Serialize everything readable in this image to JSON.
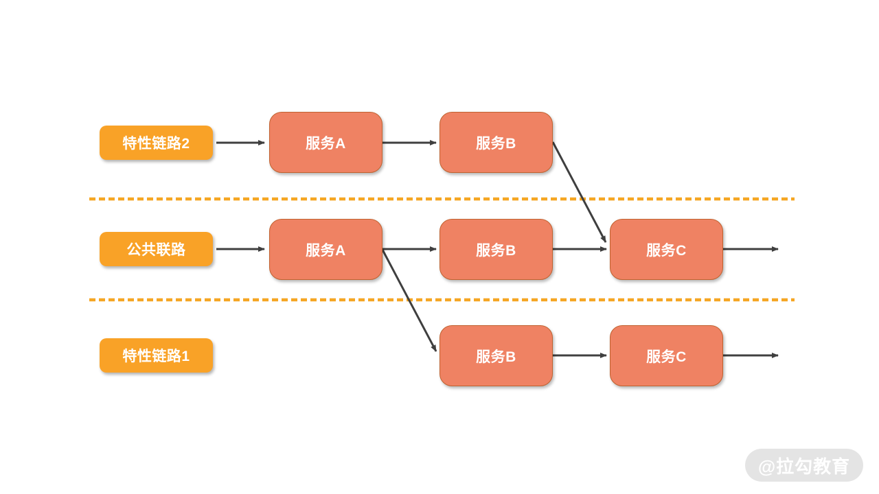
{
  "diagram": {
    "lanes": [
      {
        "id": "feature-chain-2",
        "label": "特性链路2",
        "nodes": [
          {
            "id": "top-service-a",
            "text": "服务A"
          },
          {
            "id": "top-service-b",
            "text": "服务B"
          }
        ]
      },
      {
        "id": "common-chain",
        "label": "公共联路",
        "nodes": [
          {
            "id": "mid-service-a",
            "text": "服务A"
          },
          {
            "id": "mid-service-b",
            "text": "服务B"
          },
          {
            "id": "mid-service-c",
            "text": "服务C"
          }
        ]
      },
      {
        "id": "feature-chain-1",
        "label": "特性链路1",
        "nodes": [
          {
            "id": "bottom-service-b",
            "text": "服务B"
          },
          {
            "id": "bottom-service-c",
            "text": "服务C"
          }
        ]
      }
    ],
    "connections": [
      "特性链路2 → 服务A(top)",
      "服务A(top) → 服务B(top)",
      "服务B(top) → 服务C(middle)",
      "公共联路 → 服务A(middle)",
      "服务A(middle) → 服务B(middle)",
      "服务B(middle) → 服务C(middle)",
      "服务C(middle) → out",
      "服务A(middle) → 服务B(bottom)",
      "服务B(bottom) → 服务C(bottom)",
      "服务C(bottom) → out"
    ]
  },
  "watermark": {
    "text": "@拉勾教育"
  },
  "theme": {
    "label_fill": "#F9A227",
    "service_fill": "#EF8263",
    "service_border": "#C0622F",
    "arrow_color": "#3F3F3F",
    "divider_color": "#F5A623",
    "watermark_bg": "#E4E4E4",
    "watermark_text": "#FFFFFF",
    "canvas_bg": "#FFFFFF"
  }
}
